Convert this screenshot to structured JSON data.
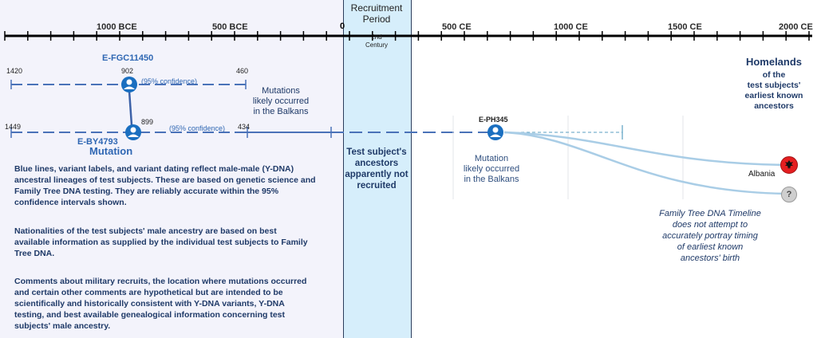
{
  "axis": {
    "ticks": [
      {
        "label": "1000 BCE"
      },
      {
        "label": "500 BCE"
      },
      {
        "label": "0"
      },
      {
        "label": "500 CE"
      },
      {
        "label": "1000 CE"
      },
      {
        "label": "1500 CE"
      },
      {
        "label": "2000 CE"
      }
    ]
  },
  "recruitment": {
    "title_line1": "Recruitment",
    "title_line2": "Period",
    "century_line1": "2nd",
    "century_line2": "Century",
    "note_lines": [
      "Test subject's",
      "ancestors",
      "apparently not",
      "recruited"
    ]
  },
  "variants": {
    "fgc11450": {
      "label": "E-FGC11450",
      "date_left": "1420",
      "date_mid": "902",
      "date_right": "460",
      "confidence": "(95% confidence)"
    },
    "by4793": {
      "label": "E-BY4793",
      "date_left": "1449",
      "date_mid": "899",
      "date_right": "434",
      "confidence": "(95% confidence)",
      "mutation_label": "Mutation"
    },
    "ph345": {
      "label": "E-PH345"
    }
  },
  "notes": {
    "balkans_left": [
      "Mutations",
      "likely occurred",
      "in the Balkans"
    ],
    "balkans_right": [
      "Mutation",
      "likely occurred",
      "in the Balkans"
    ]
  },
  "paragraphs": [
    [
      "Blue lines, variant labels, and variant dating  reflect male-male (Y-DNA)",
      "ancestral lineages of test subjects. These are based on genetic science and",
      "Family Tree DNA testing. They are reliably accurate within the 95%",
      "confidence intervals shown."
    ],
    [
      "Nationalities of the test subjects'  male ancestry are based on best",
      "available information  as supplied by the individual test subjects to Family",
      "Tree DNA."
    ],
    [
      "Comments about  military recruits, the location where mutations occurred",
      "and certain other comments are hypothetical  but are intended to be",
      "scientifically and historically consistent with Y-DNA variants, Y-DNA",
      "testing, and best available genealogical information concerning  test",
      "subjects' male ancestry."
    ]
  ],
  "homelands": {
    "title": "Homelands",
    "sub_lines": [
      "of the",
      "test subjects'",
      "earliest known",
      "ancestors"
    ],
    "albania_label": "Albania",
    "unknown_symbol": "?"
  },
  "ftdna_note": [
    "Family Tree DNA Timeline",
    "does not  attempt to",
    "accurately portray timing",
    "of earliest known",
    "ancestors' birth"
  ],
  "colors": {
    "lineage_blue": "#4a72b8",
    "light_blue": "#a9cde6",
    "recruitment_band": "#d6eefb",
    "albania_red": "#e41e20"
  }
}
